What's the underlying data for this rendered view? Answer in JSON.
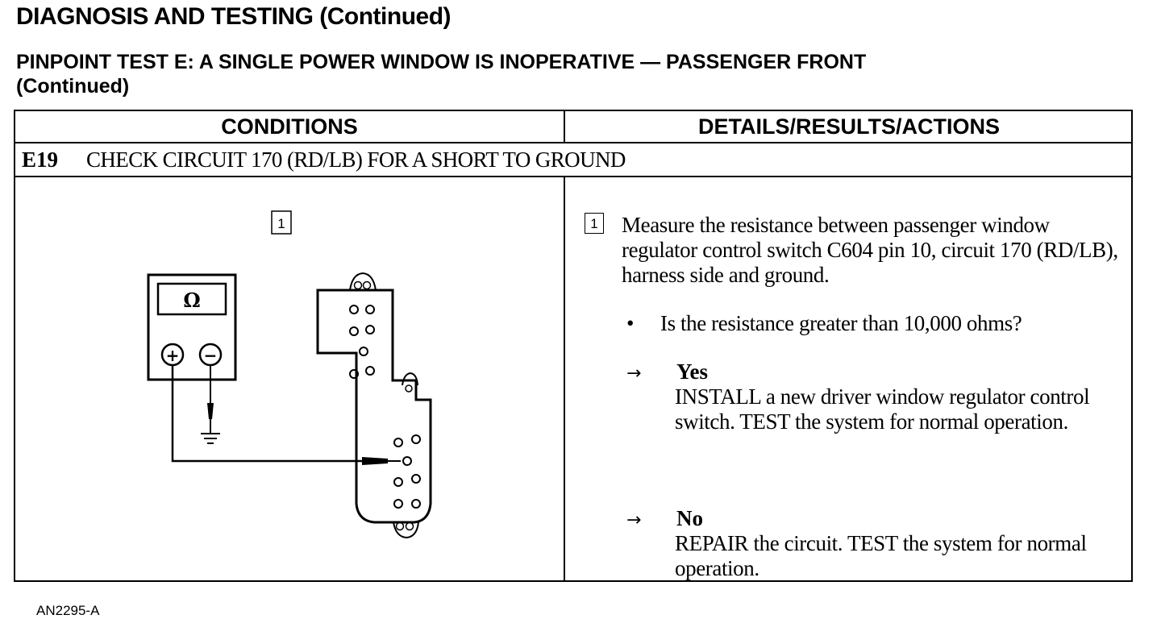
{
  "header": {
    "title": "DIAGNOSIS AND TESTING (Continued)",
    "test_title_line1": "PINPOINT TEST E: A SINGLE POWER WINDOW IS INOPERATIVE — PASSENGER FRONT",
    "test_title_line2": "(Continued)"
  },
  "table": {
    "conditions_header": "CONDITIONS",
    "details_header": "DETAILS/RESULTS/ACTIONS",
    "step_id": "E19",
    "step_title": "CHECK CIRCUIT 170 (RD/LB) FOR A SHORT TO GROUND"
  },
  "diagram": {
    "callout": "1",
    "meter_symbol": "Ω",
    "plus": "+",
    "minus": "−",
    "figure_id": "AN2295-A"
  },
  "details": {
    "step_marker": "1",
    "measure_text": "Measure the resistance between passenger window regulator control switch C604 pin 10, circuit 170 (RD/LB), harness side and ground.",
    "bullet": "•",
    "question": "Is the resistance greater than 10,000 ohms?",
    "arrow": "→",
    "yes_label": "Yes",
    "yes_text": "INSTALL a new driver window regulator control switch. TEST the system for normal operation.",
    "no_label": "No",
    "no_text": "REPAIR the circuit. TEST the system for normal operation."
  }
}
